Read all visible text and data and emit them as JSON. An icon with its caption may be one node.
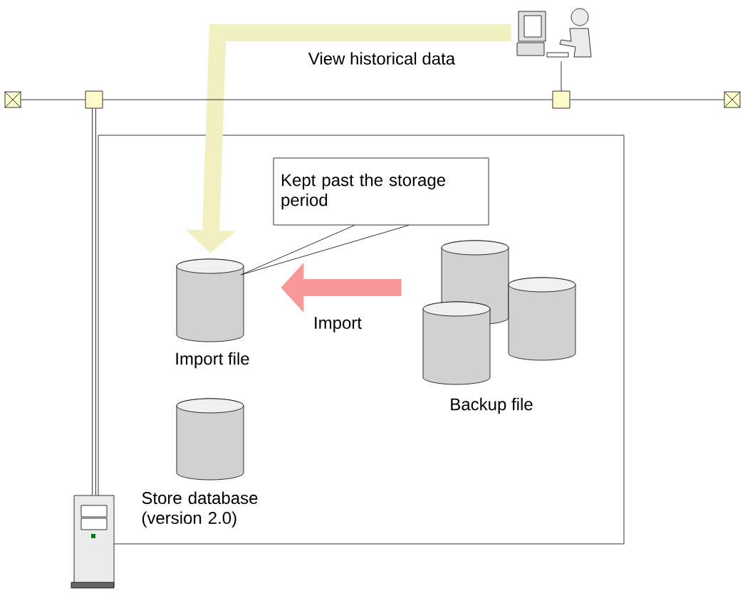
{
  "diagram": {
    "nodes": [
      {
        "text": [],
        "shape": "picture"
      },
      {
        "text": [],
        "shape": "box"
      },
      {
        "text": [],
        "shape": "box"
      },
      {
        "text": [],
        "shape": "box"
      },
      {
        "text": [],
        "shape": "box"
      },
      {
        "text": [],
        "shape": "box"
      },
      {
        "text": [
          "Kept past the storage period"
        ],
        "in": 5
      },
      {
        "text": [
          "Import file"
        ],
        "in": 5
      },
      {
        "text": [
          "Backup file"
        ],
        "in": 5
      },
      {
        "text": [
          "Store database (version 2.0)"
        ],
        "in": 5
      },
      {
        "text": [],
        "shape": "picture"
      }
    ],
    "edges": [
      {
        "from": 0,
        "to": 7,
        "arrow": "to",
        "label": "View historical data",
        "style": "thick",
        "color": "#f0f0c0"
      },
      {
        "from": 8,
        "to": 7,
        "arrow": "to",
        "label": "Import",
        "style": "thick",
        "color": "#f89898"
      },
      {
        "from": 6,
        "to": 7,
        "arrow": "none"
      },
      {
        "from": 1,
        "to": 2,
        "arrow": "none"
      },
      {
        "from": 2,
        "to": 3,
        "arrow": "none"
      },
      {
        "from": 3,
        "to": 4,
        "arrow": "none"
      },
      {
        "from": 0,
        "to": 3,
        "arrow": "none"
      },
      {
        "from": 10,
        "to": 2,
        "arrow": "none",
        "style": "thick"
      }
    ]
  }
}
